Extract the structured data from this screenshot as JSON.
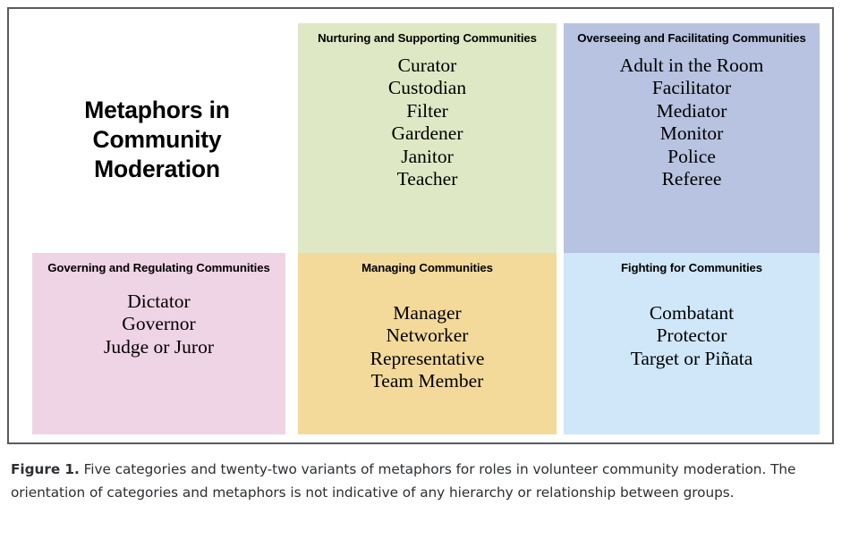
{
  "figure": {
    "title": "Metaphors in Community Moderation",
    "frame_border_color": "#575b61",
    "panels": [
      {
        "id": "nurturing",
        "header": "Nurturing and Supporting Communities",
        "color": "#dfe8c4",
        "items": [
          "Curator",
          "Custodian",
          "Filter",
          "Gardener",
          "Janitor",
          "Teacher"
        ]
      },
      {
        "id": "overseeing",
        "header": "Overseeing and Facilitating Communities",
        "color": "#b7c3e0",
        "items": [
          "Adult in the Room",
          "Facilitator",
          "Mediator",
          "Monitor",
          "Police",
          "Referee"
        ]
      },
      {
        "id": "governing",
        "header": "Governing and Regulating Communities",
        "color": "#efd4e5",
        "items": [
          "Dictator",
          "Governor",
          "Judge or Juror"
        ]
      },
      {
        "id": "managing",
        "header": "Managing Communities",
        "color": "#f3da9b",
        "items": [
          "Manager",
          "Networker",
          "Representative",
          "Team Member"
        ]
      },
      {
        "id": "fighting",
        "header": "Fighting for Communities",
        "color": "#cfe7f9",
        "items": [
          "Combatant",
          "Protector",
          "Target or Piñata"
        ]
      }
    ]
  },
  "caption": {
    "label": "Figure 1.",
    "body": " Five categories and twenty-two variants of metaphors for roles in volunteer community moderation. The orientation of categories and metaphors is not indicative of any hierarchy or relationship between groups."
  }
}
